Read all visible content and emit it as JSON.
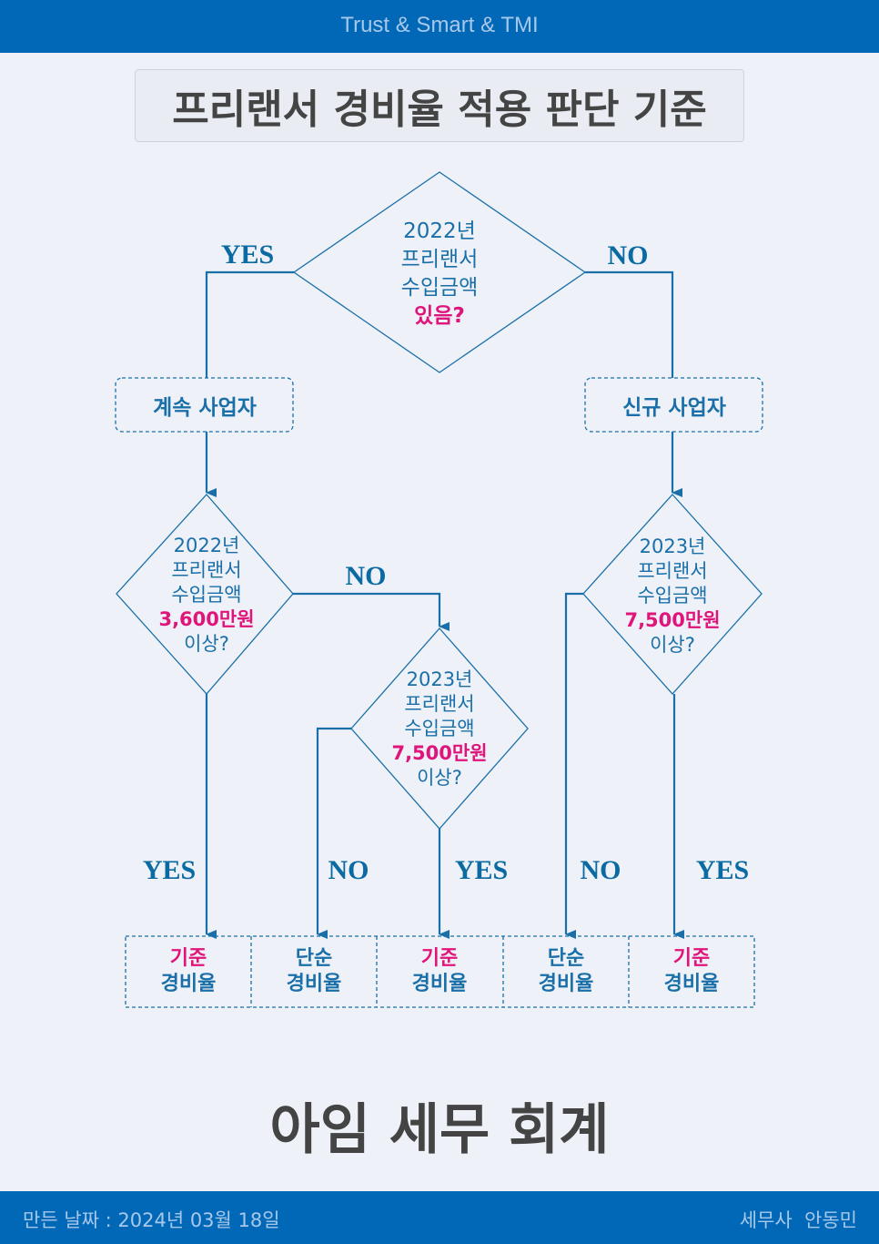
{
  "header": {
    "tagline": "Trust & Smart & TMI"
  },
  "title": "프리랜서 경비율 적용 판단 기준",
  "watermark": {
    "line1": "아임",
    "line2": "세무 회계"
  },
  "colors": {
    "brand_blue": "#0068b7",
    "line_blue": "#1a6fa8",
    "highlight_pink": "#e0157b"
  },
  "diagram": {
    "decision1": {
      "lines": [
        "2022년",
        "프리랜서",
        "수입금액"
      ],
      "highlight": "있음?",
      "yes_label": "YES",
      "no_label": "NO"
    },
    "box_existing": "계속 사업자",
    "box_new": "신규 사업자",
    "decision2": {
      "lines": [
        "2022년",
        "프리랜서",
        "수입금액"
      ],
      "highlight": "3,600만원",
      "suffix": "이상?",
      "no_label": "NO",
      "yes_label": "YES"
    },
    "decision3": {
      "lines": [
        "2023년",
        "프리랜서",
        "수입금액"
      ],
      "highlight": "7,500만원",
      "suffix": "이상?",
      "no_label": "NO",
      "yes_label": "YES"
    },
    "decision4": {
      "lines": [
        "2023년",
        "프리랜서",
        "수입금액"
      ],
      "highlight": "7,500만원",
      "suffix": "이상?",
      "no_label": "NO",
      "yes_label": "YES"
    },
    "results": [
      {
        "type": "기준",
        "label": "경비율",
        "tone": "pink"
      },
      {
        "type": "단순",
        "label": "경비율",
        "tone": "blue"
      },
      {
        "type": "기준",
        "label": "경비율",
        "tone": "pink"
      },
      {
        "type": "단순",
        "label": "경비율",
        "tone": "blue"
      },
      {
        "type": "기준",
        "label": "경비율",
        "tone": "pink"
      }
    ]
  },
  "brand": "아임 세무 회계",
  "footer": {
    "date": "만든 날짜 : 2024년 03월 18일",
    "author": "세무사  안동민"
  }
}
